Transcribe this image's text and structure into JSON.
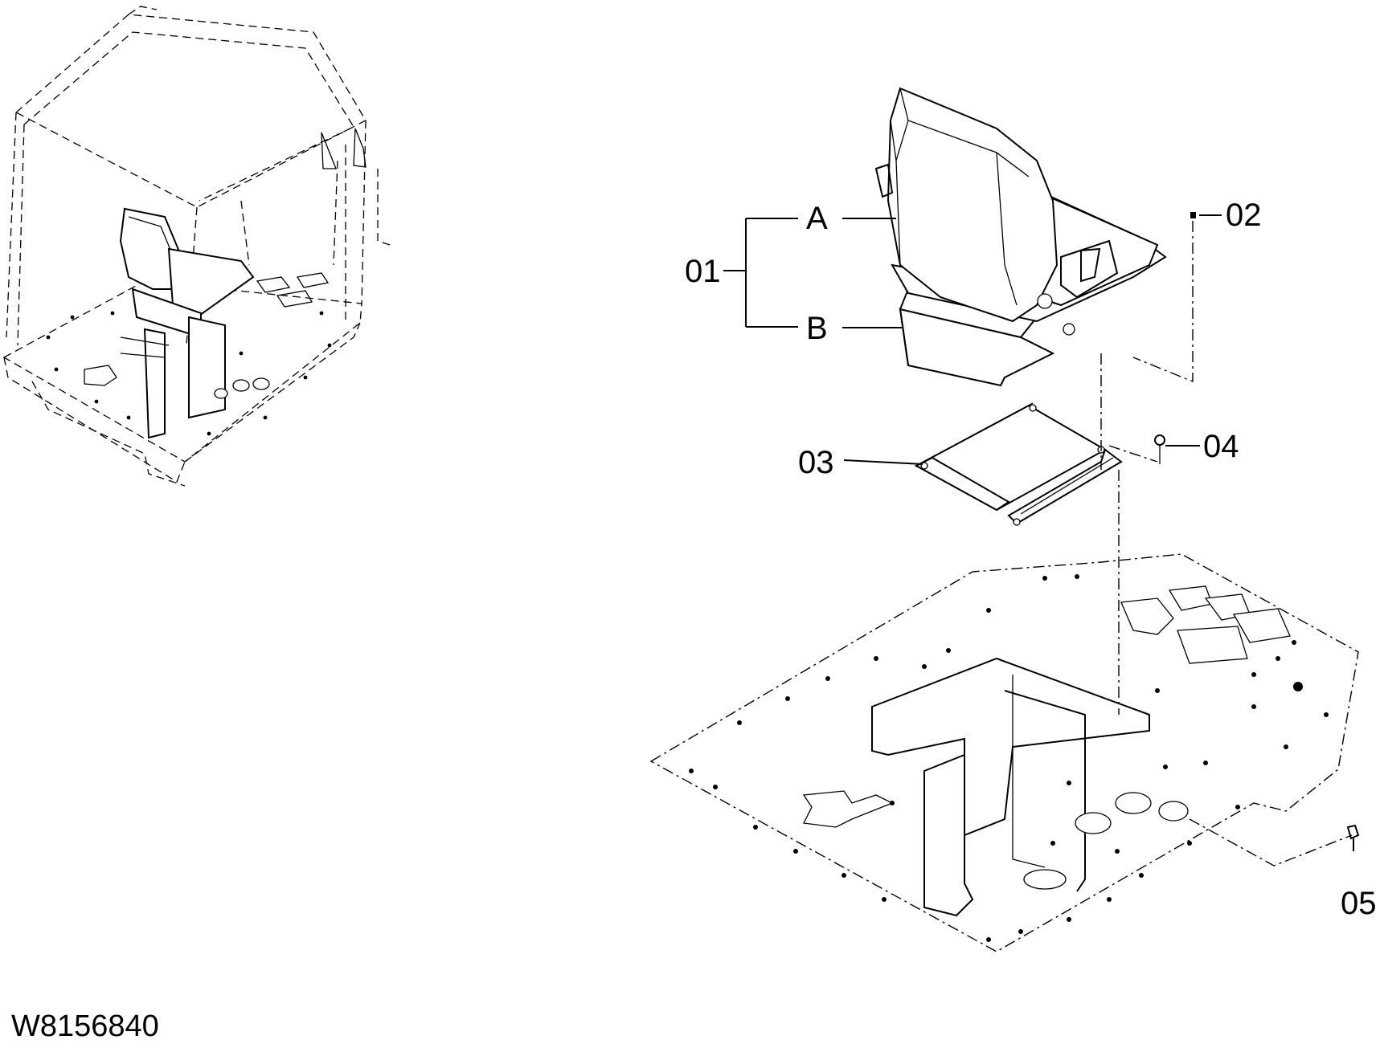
{
  "diagram": {
    "document_id": "W8156840",
    "callouts": {
      "item_01": "01",
      "item_02": "02",
      "item_03": "03",
      "item_04": "04",
      "item_05": "05",
      "sub_a": "A",
      "sub_b": "B"
    },
    "icons": {
      "overview": "cab-overview-icon",
      "seat": "operator-seat-icon",
      "slide_rail": "seat-slide-rail-icon",
      "floor_plate": "cab-floor-plate-icon"
    }
  }
}
